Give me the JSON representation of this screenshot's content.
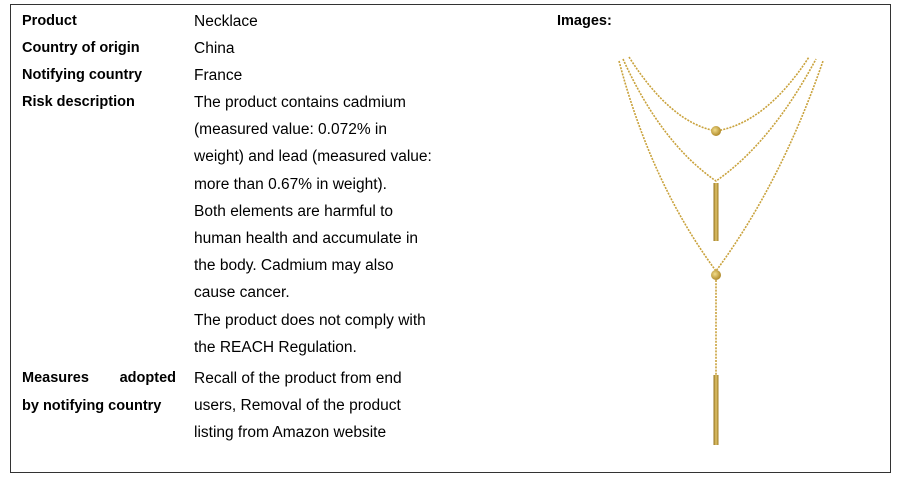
{
  "rows": [
    {
      "label": "Product",
      "value": [
        "Necklace"
      ]
    },
    {
      "label": "Country of origin",
      "value": [
        "China"
      ]
    },
    {
      "label": "Notifying country",
      "value": [
        "France"
      ]
    },
    {
      "label": "Risk description",
      "value": [
        "The product contains cadmium",
        "(measured value: 0.072% in",
        "weight) and lead (measured value:",
        "more than 0.67% in weight).",
        "Both elements are harmful to",
        "human health and accumulate in",
        "the body. Cadmium may also",
        "cause cancer.",
        "The product does not comply with",
        "the REACH Regulation."
      ]
    },
    {
      "label_words": [
        "Measures",
        "adopted"
      ],
      "label_line2": "by notifying country",
      "value": [
        "Recall of the product from end",
        "users, Removal of the product",
        "listing from Amazon website"
      ]
    }
  ],
  "images_label": "Images:",
  "colors": {
    "gold": "#c9a23c",
    "gold_dark": "#a9821f",
    "border": "#333333"
  }
}
